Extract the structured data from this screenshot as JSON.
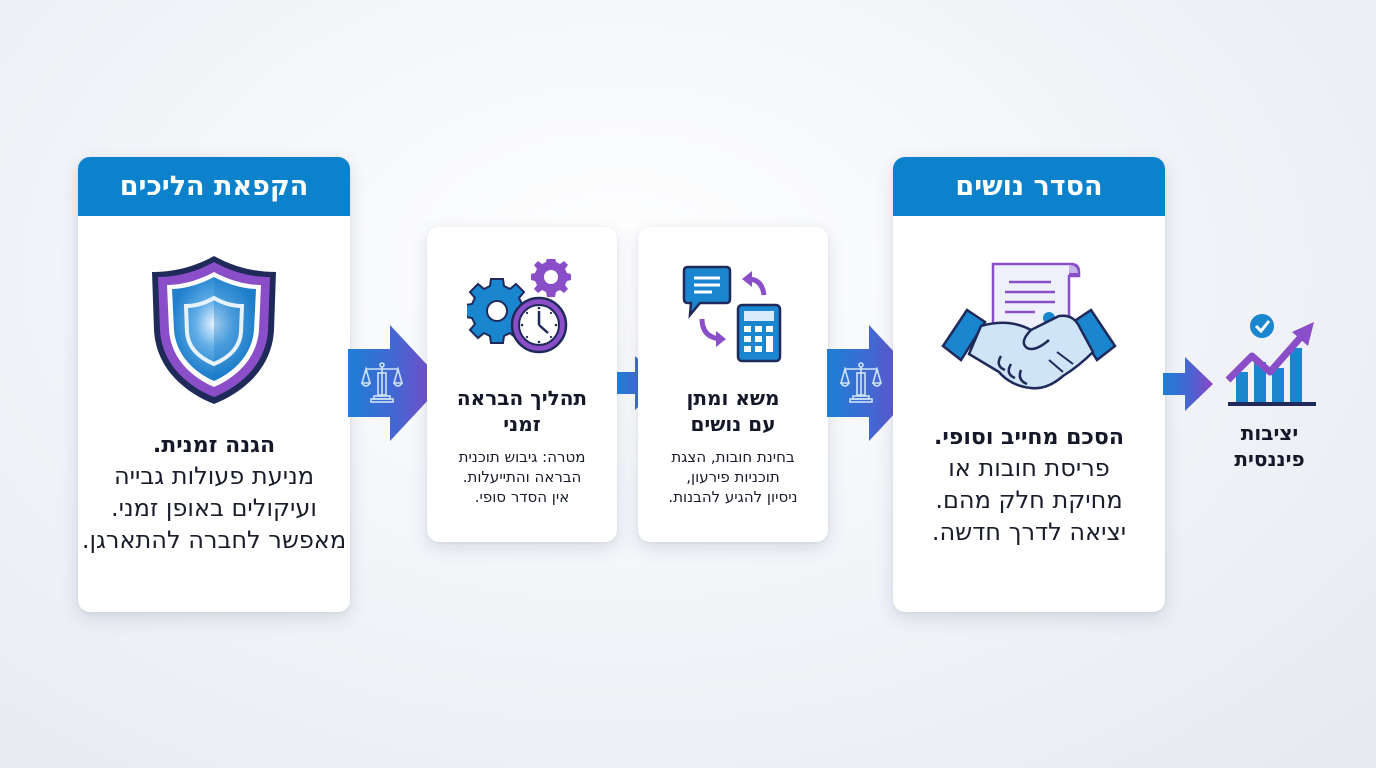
{
  "colors": {
    "header_blue": "#0d82cc",
    "icon_blue": "#1a86d0",
    "icon_purple": "#8a4fc8",
    "navy_outline": "#1f2a5a",
    "arrow_gradient_start": "#1d7fd4",
    "arrow_gradient_end": "#8b45c8",
    "background": "#eef1f6"
  },
  "stages": [
    {
      "header": "הקפאת הליכים",
      "icon": "shield-icon",
      "title": "הגנה זמנית.",
      "body_lines": [
        "מניעת פעולות גבייה",
        "ועיקולים באופן זמני.",
        "מאפשר לחברה להתארגן."
      ]
    },
    {
      "icon": "gears-clock-icon",
      "title_lines": [
        "תהליך הבראה",
        "זמני"
      ],
      "body_lines": [
        "מטרה: גיבוש תוכנית",
        "הבראה והתייעלות.",
        "אין הסדר סופי."
      ]
    },
    {
      "icon": "chat-calculator-icon",
      "title_lines": [
        "משא ומתן",
        "עם נושים"
      ],
      "body_lines": [
        "בחינת חובות, הצגת",
        "תוכניות פירעון,",
        "ניסיון להגיע להבנות."
      ]
    },
    {
      "header": "הסדר נושים",
      "icon": "handshake-contract-icon",
      "title": "הסכם מחייב וסופי.",
      "body_lines": [
        "פריסת חובות או",
        "מחיקת חלק מהם.",
        "יציאה לדרך חדשה."
      ]
    }
  ],
  "arrows": [
    {
      "icon": "scales-of-justice-icon"
    },
    {
      "icon": null
    },
    {
      "icon": "scales-of-justice-icon"
    },
    {
      "icon": null
    }
  ],
  "final": {
    "icon": "growth-chart-check-icon",
    "label_lines": [
      "יציבות",
      "פיננסית"
    ]
  }
}
